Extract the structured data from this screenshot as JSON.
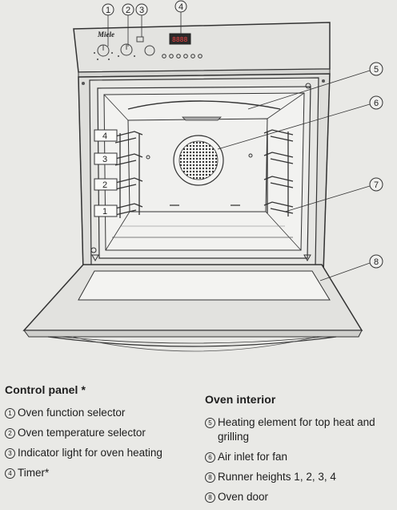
{
  "callouts": [
    "1",
    "2",
    "3",
    "4",
    "5",
    "6",
    "7",
    "8"
  ],
  "appliance": {
    "brand": "Miele",
    "timer_display": "8888"
  },
  "runner_labels": [
    "4",
    "3",
    "2",
    "1"
  ],
  "control_panel": {
    "heading": "Control panel *",
    "items": [
      {
        "num": "1",
        "text": "Oven function selector"
      },
      {
        "num": "2",
        "text": "Oven temperature selector"
      },
      {
        "num": "3",
        "text": "Indicator light for oven heating"
      },
      {
        "num": "4",
        "text": "Timer*"
      }
    ]
  },
  "oven_interior": {
    "heading": "Oven interior",
    "items": [
      {
        "num": "5",
        "text": "Heating element for top heat and grilling"
      },
      {
        "num": "6",
        "text": "Air inlet for fan"
      },
      {
        "num": "8",
        "text": "Runner heights 1, 2, 3, 4"
      },
      {
        "num": "8",
        "text": "Oven door"
      }
    ]
  }
}
